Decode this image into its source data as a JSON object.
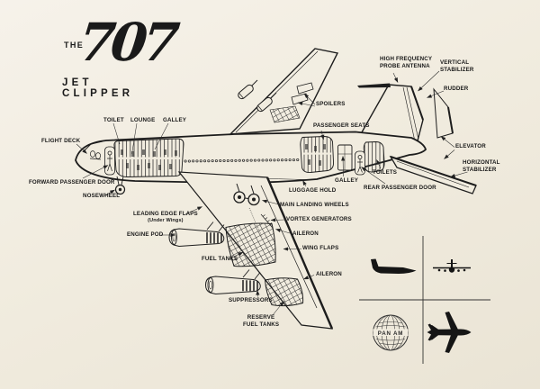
{
  "title": {
    "the": "THE",
    "number": "707",
    "subtitle": "JET CLIPPER"
  },
  "callouts": {
    "flight_deck": "FLIGHT DECK",
    "toilet": "TOILET",
    "lounge": "LOUNGE",
    "galley_forward": "GALLEY",
    "spoilers": "SPOILERS",
    "passenger_seats": "PASSENGER SEATS",
    "high_frequency_probe_antenna_line1": "HIGH FREQUENCY",
    "high_frequency_probe_antenna_line2": "PROBE ANTENNA",
    "vertical_stabilizer_line1": "VERTICAL",
    "vertical_stabilizer_line2": "STABILIZER",
    "rudder": "RUDDER",
    "elevator": "ELEVATOR",
    "horizontal_stabilizer_line1": "HORIZONTAL",
    "horizontal_stabilizer_line2": "STABILIZER",
    "forward_passenger_door": "FORWARD PASSENGER DOOR",
    "nosewheel": "NOSEWHEEL",
    "luggage_hold": "LUGGAGE HOLD",
    "galley_rear": "GALLEY",
    "toilets": "TOILETS",
    "rear_passenger_door": "REAR PASSENGER DOOR",
    "main_landing_wheels": "MAIN LANDING WHEELS",
    "vortex_generators": "VORTEX GENERATORS",
    "leading_edge_flaps_line1": "LEADING EDGE FLAPS",
    "leading_edge_flaps_line2": "(Under Wings)",
    "engine_pod": "ENGINE POD",
    "aileron_inboard": "AILERON",
    "wing_flaps": "WING FLAPS",
    "fuel_tanks": "FUEL TANKS",
    "aileron_outboard": "AILERON",
    "suppressors": "SUPPRESSORS",
    "reserve_fuel_tanks_line1": "RESERVE",
    "reserve_fuel_tanks_line2": "FUEL TANKS"
  },
  "logo": {
    "airline": "PAN AM"
  },
  "colors": {
    "paper": "#f1ecdf",
    "ink": "#1d1d1d",
    "leader": "#2a2a2a"
  }
}
